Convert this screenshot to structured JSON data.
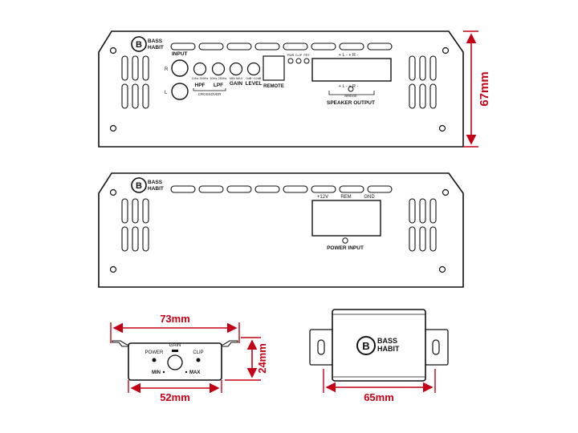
{
  "brand": {
    "line1": "BASS",
    "line2": "HABIT"
  },
  "top_panel": {
    "input_label": "INPUT",
    "r_label": "R",
    "l_label": "L",
    "hpf_scale": "10Hz 300Hz",
    "lpf_scale": "50Hz 250Hz",
    "gain_scale": "MIN MAX",
    "level_scale": "0dB +12dB",
    "hpf_label": "HPF",
    "lpf_label": "LPF",
    "gain_label": "GAIN",
    "level_label": "LEVEL",
    "crossover_label": "CROSSOVER",
    "remote_label": "REMOTE",
    "led_labels": [
      "PWR",
      "CLIP",
      "PRT"
    ],
    "speaker_top": "+ L -    + R -",
    "speaker_bottom": "+ L -    + R -",
    "bridge_label": "BRIDGE",
    "speaker_output_label": "SPEAKER OUTPUT",
    "height_dim": "67mm"
  },
  "bottom_panel": {
    "plus12v_label": "+12V",
    "rem_label": "REM",
    "gnd_label": "GND",
    "power_input_label": "POWER INPUT"
  },
  "remote_module": {
    "power_label": "POWER",
    "gain_label": "GAIN",
    "clip_label": "CLIP",
    "min_label": "MIN",
    "max_label": "MAX",
    "width_outer_dim": "73mm",
    "width_inner_dim": "52mm",
    "height_dim": "24mm"
  },
  "remote_top": {
    "width_dim": "65mm"
  },
  "colors": {
    "dimension": "#c40016",
    "outline": "#111111"
  }
}
